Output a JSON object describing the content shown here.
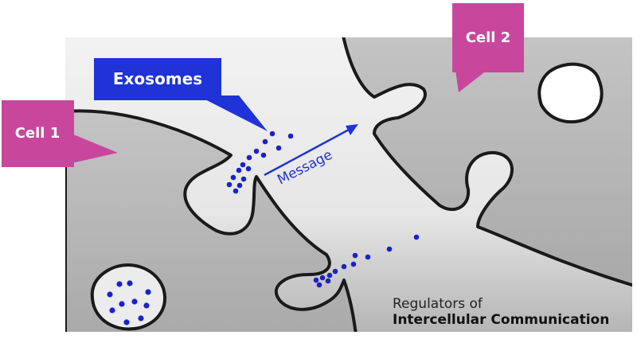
{
  "labels": {
    "cell1": "Cell 1",
    "cell2": "Cell 2",
    "exosomes": "Exosomes",
    "message": "Message"
  },
  "caption": {
    "line1": "Regulators of",
    "line2": "Intercellular Communication"
  },
  "colors": {
    "callout_pink": "#c8479d",
    "callout_blue": "#1f33d6",
    "cell_fill": "#bdbdbd",
    "gap_fill": "#ededed",
    "outline": "#1a1a1a",
    "vesicle": "#1a22c8"
  }
}
